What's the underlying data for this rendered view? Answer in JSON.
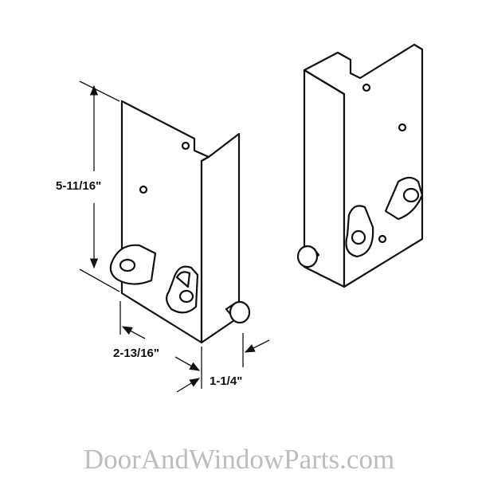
{
  "dimensions": {
    "height": "5-11/16\"",
    "width": "2-13/16\"",
    "depth": "1-1/4\""
  },
  "watermark": "DoorAndWindowParts.com"
}
